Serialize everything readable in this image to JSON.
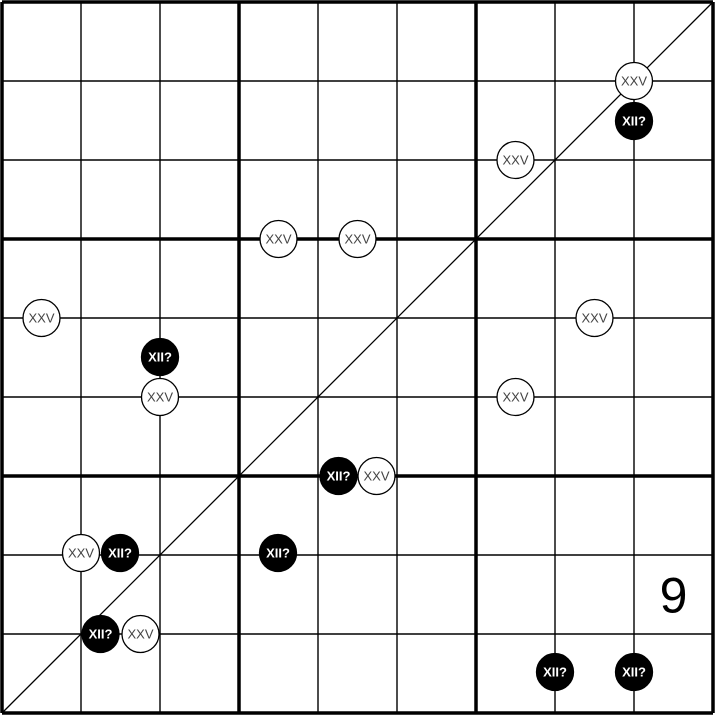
{
  "puzzle": {
    "size": 9,
    "box_size": 3,
    "diagonal": "bottom-left-to-top-right",
    "givens": [
      {
        "row": 7,
        "col": 8,
        "value": "9"
      }
    ],
    "dots": [
      {
        "type": "white",
        "label": "XXV",
        "between": [
          [
            0,
            7
          ],
          [
            1,
            7
          ]
        ]
      },
      {
        "type": "black",
        "label": "XII?",
        "between": [
          [
            1,
            7
          ]
        ]
      },
      {
        "type": "white",
        "label": "XXV",
        "between": [
          [
            1,
            6
          ],
          [
            2,
            6
          ]
        ]
      },
      {
        "type": "white",
        "label": "XXV",
        "between": [
          [
            2,
            3
          ],
          [
            3,
            3
          ]
        ]
      },
      {
        "type": "white",
        "label": "XXV",
        "between": [
          [
            2,
            4
          ],
          [
            3,
            4
          ]
        ]
      },
      {
        "type": "white",
        "label": "XXV",
        "between": [
          [
            3,
            0
          ],
          [
            4,
            0
          ]
        ]
      },
      {
        "type": "white",
        "label": "XXV",
        "between": [
          [
            3,
            7
          ],
          [
            4,
            7
          ]
        ]
      },
      {
        "type": "black",
        "label": "XII?",
        "between": [
          [
            4,
            1
          ],
          [
            4,
            2
          ]
        ]
      },
      {
        "type": "white",
        "label": "XXV",
        "between": [
          [
            4,
            1
          ],
          [
            5,
            1
          ]
        ]
      },
      {
        "type": "white",
        "label": "XXV",
        "between": [
          [
            4,
            6
          ],
          [
            5,
            6
          ]
        ]
      },
      {
        "type": "black",
        "label": "XII?",
        "between": [
          [
            5,
            4
          ],
          [
            6,
            4
          ]
        ]
      },
      {
        "type": "white",
        "label": "XXV",
        "between": [
          [
            5,
            4
          ],
          [
            6,
            4
          ]
        ]
      },
      {
        "type": "white",
        "label": "XXV",
        "between": [
          [
            6,
            0
          ],
          [
            7,
            0
          ]
        ]
      },
      {
        "type": "black",
        "label": "XII?",
        "between": [
          [
            6,
            1
          ],
          [
            7,
            1
          ]
        ]
      },
      {
        "type": "black",
        "label": "XII?",
        "between": [
          [
            6,
            3
          ],
          [
            7,
            3
          ]
        ]
      },
      {
        "type": "black",
        "label": "XII?",
        "between": [
          [
            7,
            1
          ],
          [
            8,
            1
          ]
        ]
      },
      {
        "type": "white",
        "label": "XXV",
        "between": [
          [
            7,
            1
          ],
          [
            8,
            1
          ]
        ]
      },
      {
        "type": "black",
        "label": "XII?",
        "between": [
          [
            8,
            6
          ]
        ]
      },
      {
        "type": "black",
        "label": "XII?",
        "between": [
          [
            8,
            7
          ]
        ]
      }
    ]
  }
}
